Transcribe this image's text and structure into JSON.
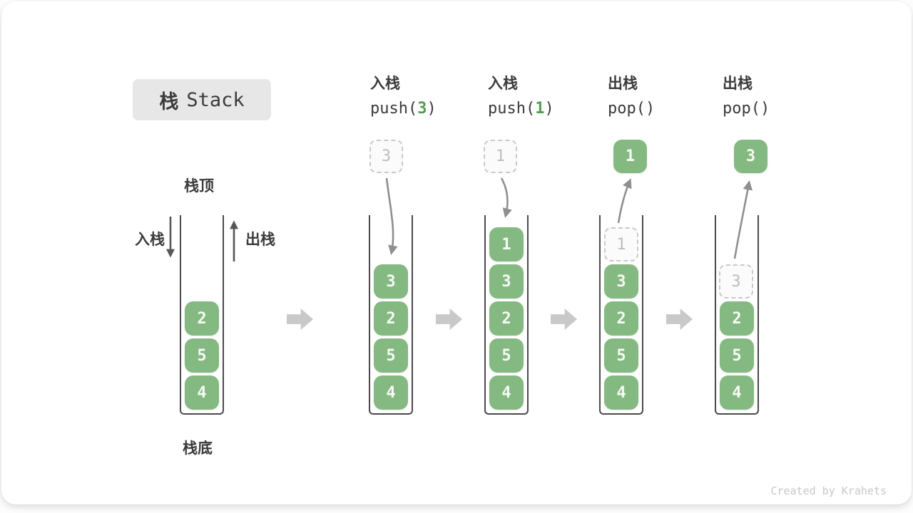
{
  "title": {
    "zh": "栈",
    "en": "Stack"
  },
  "legend": {
    "stack_top": "栈顶",
    "stack_bottom": "栈底",
    "push_label": "入栈",
    "pop_label": "出栈"
  },
  "operations": [
    {
      "action": "入栈",
      "call_prefix": "push(",
      "arg": "3",
      "call_suffix": ")"
    },
    {
      "action": "入栈",
      "call_prefix": "push(",
      "arg": "1",
      "call_suffix": ")"
    },
    {
      "action": "出栈",
      "call_prefix": "pop(",
      "arg": "",
      "call_suffix": ")"
    },
    {
      "action": "出栈",
      "call_prefix": "pop(",
      "arg": "",
      "call_suffix": ")"
    }
  ],
  "floating_boxes": [
    {
      "value": "3",
      "appearance": "dashed"
    },
    {
      "value": "1",
      "appearance": "dashed"
    },
    {
      "value": "1",
      "appearance": "solid"
    },
    {
      "value": "3",
      "appearance": "solid"
    }
  ],
  "stacks": [
    {
      "cells": [
        "2",
        "5",
        "4"
      ]
    },
    {
      "cells": [
        "3",
        "2",
        "5",
        "4"
      ]
    },
    {
      "cells": [
        "1",
        "3",
        "2",
        "5",
        "4"
      ]
    },
    {
      "ghost": "1",
      "cells": [
        "3",
        "2",
        "5",
        "4"
      ]
    },
    {
      "ghost": "3",
      "cells": [
        "2",
        "5",
        "4"
      ]
    }
  ],
  "watermark": "Created by Krahets",
  "colors": {
    "cell_green": "#84b981",
    "arg_green": "#529e52",
    "ghost_border": "#c9c9c9",
    "ghost_text": "#bdbdbd",
    "flow_arrow_gray": "#c9c9c9",
    "curve_arrow_gray": "#8f8f8f",
    "legend_arrow_dark": "#565656",
    "text_dark": "#3b3b3b",
    "title_bg": "#e7e7e7"
  }
}
